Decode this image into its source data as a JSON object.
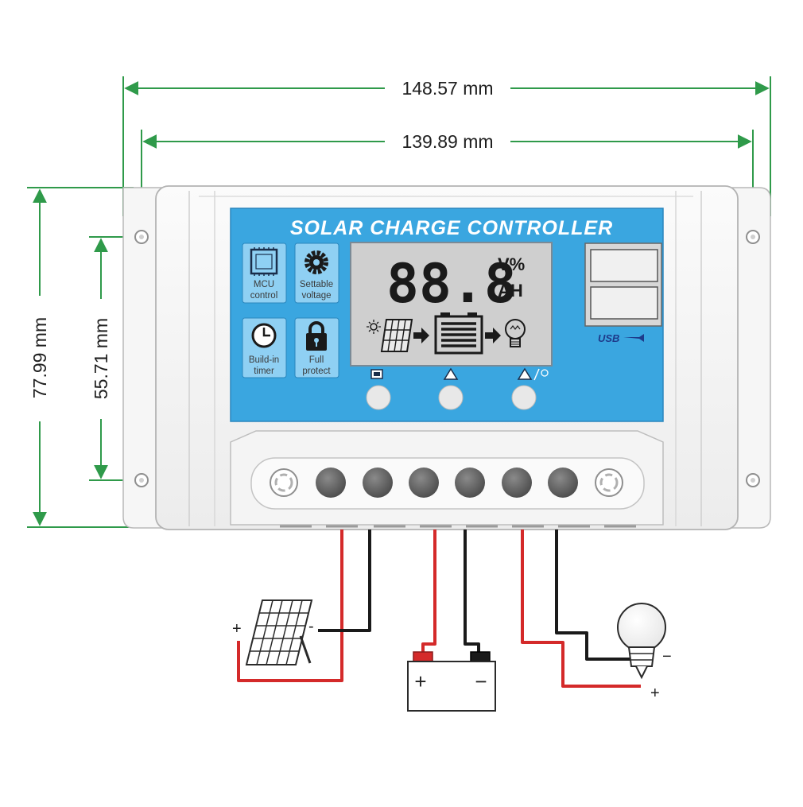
{
  "dimensions": {
    "overall_width": "148.57 mm",
    "hole_spacing_width": "139.89 mm",
    "overall_height": "77.99 mm",
    "hole_spacing_height": "55.71 mm"
  },
  "panel": {
    "title": "SOLAR CHARGE CONTROLLER",
    "features": [
      {
        "line1": "MCU",
        "line2": "control",
        "icon": "chip-icon"
      },
      {
        "line1": "Settable",
        "line2": "voltage",
        "icon": "gear-icon"
      },
      {
        "line1": "Build-in",
        "line2": "timer",
        "icon": "clock-icon"
      },
      {
        "line1": "Full",
        "line2": "protect",
        "icon": "lock-icon"
      }
    ],
    "lcd": {
      "digits": "88.8",
      "unit_top": "V%",
      "unit_bottom": "AH"
    },
    "usb_label": "USB",
    "buttons": [
      {
        "icon": "menu-icon"
      },
      {
        "icon": "up-icon"
      },
      {
        "icon": "up-light-icon"
      }
    ]
  },
  "wiring": {
    "solar_plus": "+",
    "solar_minus": "-",
    "battery_plus": "+",
    "battery_minus": "−",
    "load_minus": "−",
    "load_plus": "+",
    "colors": {
      "positive": "#d42a2a",
      "negative": "#1a1a1a",
      "dimension": "#2f9a4a",
      "panel": "#3aa6e0"
    }
  }
}
